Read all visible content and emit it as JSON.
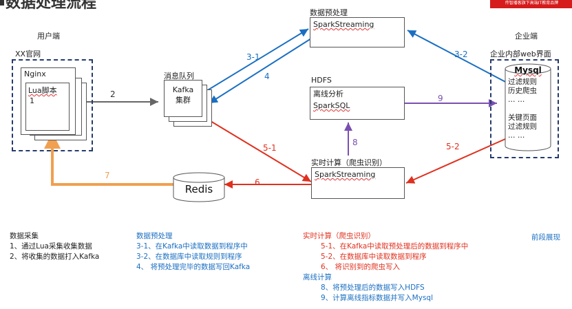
{
  "title": "数据处理流程",
  "banner": "传智播客旗下高端IT教育品牌",
  "user_side": "用户端",
  "enterprise_side": "企业端",
  "xx_site": "XX官网",
  "nginx": "Nginx",
  "lua_script": "Lua脚本",
  "lua_num": "1",
  "mq_label": "消息队列",
  "kafka": "Kafka\n集群",
  "kafka_line1": "Kafka",
  "kafka_line2": "集群",
  "preprocess_label": "数据预处理",
  "spark_streaming_top": "SparkStreaming",
  "hdfs_label": "HDFS",
  "offline_line1": "离线分析",
  "offline_line2": "SparkSQL",
  "realtime_label": "实时计算（爬虫识别）",
  "spark_streaming_bottom": "SparkStreaming",
  "redis": "Redis",
  "web_ui_label": "企业内部web界面",
  "mysql": "Mysql",
  "mysql_lines": [
    "过滤规则",
    "历史爬虫",
    "… …",
    "",
    "关键页面",
    "过滤规则",
    "… …"
  ],
  "arrows": {
    "a2": "2",
    "a3_1": "3-1",
    "a4": "4",
    "a3_2": "3-2",
    "a9": "9",
    "a8": "8",
    "a5_1": "5-1",
    "a5_2": "5-2",
    "a6": "6",
    "a7": "7"
  },
  "notes": {
    "collect_title": "数据采集",
    "collect_1": "1、通过Lua采集收集数据",
    "collect_2": "2、将收集的数据打入Kafka",
    "pre_title": "数据预处理",
    "pre_1": "3-1、在Kafka中读取数据到程序中",
    "pre_2": "3-2、在数据库中读取规则到程序",
    "pre_3": "4、    将预处理完毕的数据写回Kafka",
    "rt_title": "实时计算（爬虫识别）",
    "rt_1": "5-1、在Kafka中读取预处理后的数据到程序中",
    "rt_2": "5-2、在数据库中读取数据到程序",
    "rt_3": "6、    将识别到的爬虫写入",
    "off_title": "离线计算",
    "off_1": "8、将预处理后的数据写入HDFS",
    "off_2": "9、计算离线指标数据并写入Mysql",
    "frontend": "前段展现"
  },
  "colors": {
    "blue": "#1a6fc2",
    "purple": "#7a4fb0",
    "red": "#e0301e",
    "orange": "#f0a050",
    "gray": "#666666",
    "dash": "#233a6b"
  }
}
